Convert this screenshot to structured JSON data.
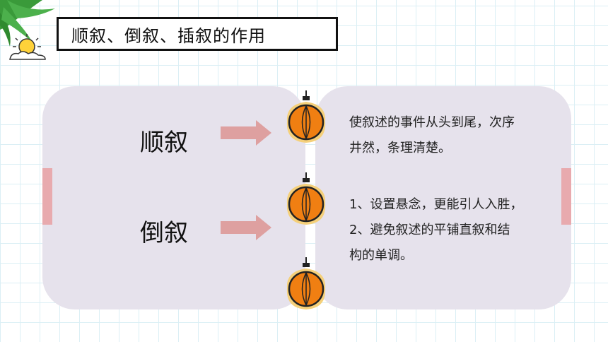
{
  "title": "顺叙、倒叙、插叙的作用",
  "terms": [
    "顺叙",
    "倒叙"
  ],
  "descriptions": {
    "forward": [
      "使叙述的事件从头到尾，次序",
      "井然，条理清楚。"
    ],
    "flashback": [
      "1、设置悬念，更能引人入胜，",
      "2、避免叙述的平铺直叙和结",
      "构的单调。"
    ]
  },
  "colors": {
    "panel": "#e6e2ec",
    "arrow": "#dea0a0",
    "side_bar": "#e8aaae",
    "lantern": "#f07f12",
    "grid": "#dbeff5"
  },
  "icons": [
    "palm-leaves-icon",
    "sun-cloud-icon",
    "lantern-icon",
    "arrow-right-icon"
  ]
}
